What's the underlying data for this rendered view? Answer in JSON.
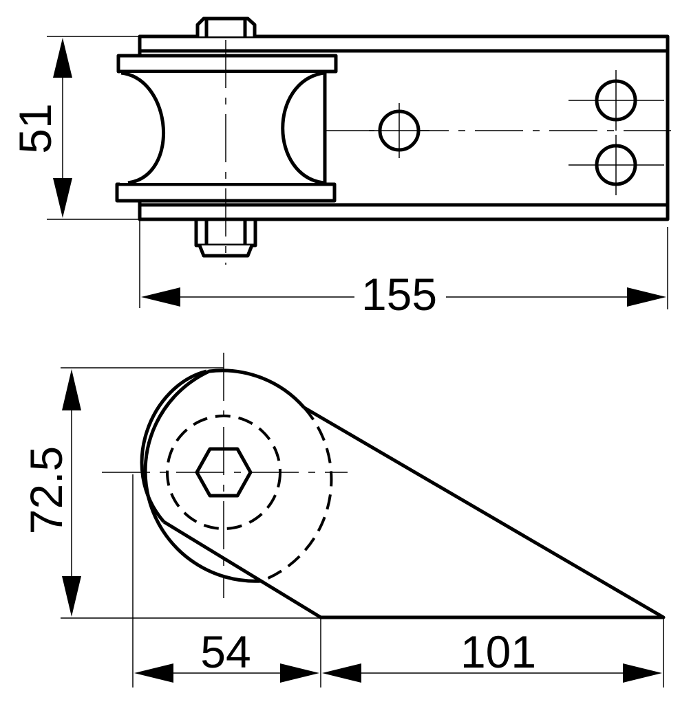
{
  "dimensions": {
    "height_top": "51",
    "length_total": "155",
    "height_side": "72.5",
    "offset_roller": "54",
    "base_length": "101"
  },
  "colors": {
    "line": "#000000",
    "background": "#ffffff"
  }
}
